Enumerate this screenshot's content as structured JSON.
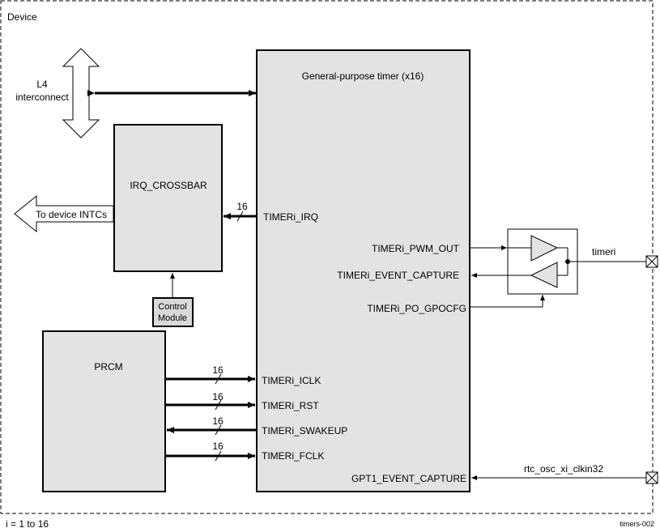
{
  "device_label": "Device",
  "l4_label_line1": "L4",
  "l4_label_line2": "interconnect",
  "gpt_title": "General-purpose timer (x16)",
  "irq_crossbar_label": "IRQ_CROSSBAR",
  "to_intc_label": "To device INTCs",
  "control_module_line1": "Control",
  "control_module_line2": "Module",
  "prcm_label": "PRCM",
  "bus_width": "16",
  "signals": {
    "irq": "TIMERi_IRQ",
    "pwm_out": "TIMERi_PWM_OUT",
    "event_capture": "TIMERi_EVENT_CAPTURE",
    "po_gpocfg": "TIMERi_PO_GPOCFG",
    "iclk": "TIMERi_ICLK",
    "rst": "TIMERi_RST",
    "swakeup": "TIMERi_SWAKEUP",
    "fclk": "TIMERi_FCLK",
    "gpt1_event_capture": "GPT1_EVENT_CAPTURE"
  },
  "pad_timer_label": "timeri",
  "pad_rtc_label": "rtc_osc_xi_clkin32",
  "footnote": "i = 1 to 16",
  "figure_id": "timers-002"
}
